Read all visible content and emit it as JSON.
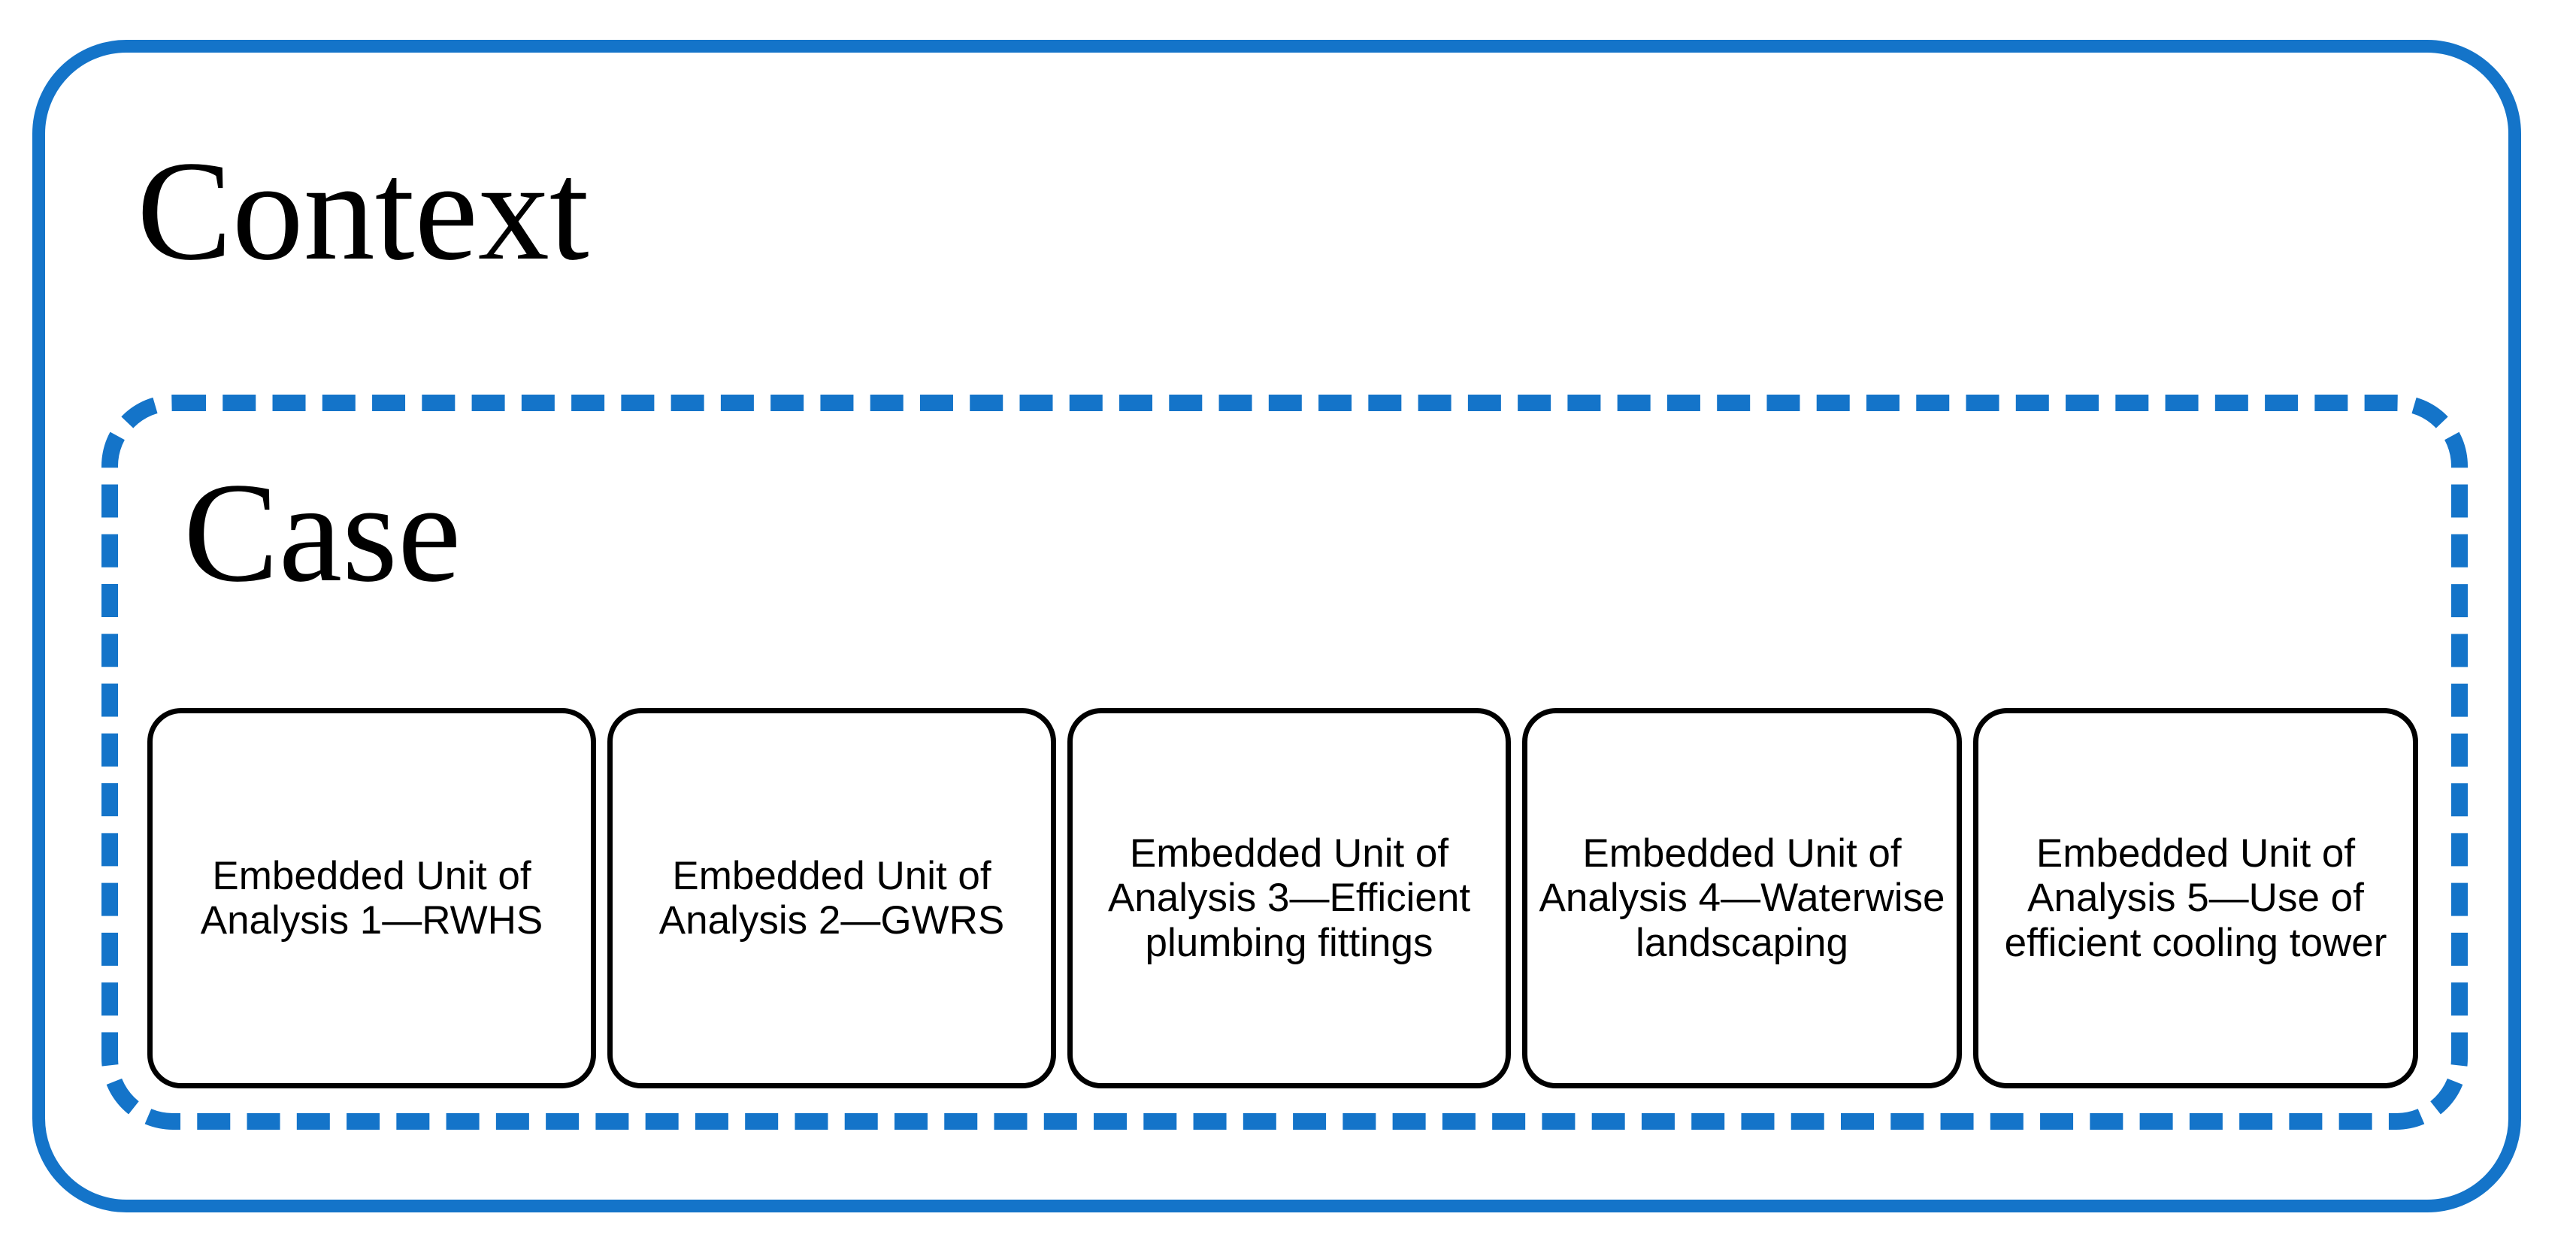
{
  "diagram": {
    "type": "nested-container-diagram",
    "accent_color": "#1474C9",
    "box_border_color": "#000000",
    "background_color": "#FFFFFF",
    "outer_container": {
      "label": "Context",
      "border_style": "solid",
      "border_color": "#1474C9"
    },
    "inner_container": {
      "label": "Case",
      "border_style": "dashed",
      "border_color": "#1474C9"
    },
    "embedded_units": [
      {
        "label": "Embedded Unit of Analysis 1—RWHS"
      },
      {
        "label": "Embedded Unit of Analysis 2—GWRS"
      },
      {
        "label": "Embedded Unit of Analysis 3—Efficient plumbing fittings"
      },
      {
        "label": "Embedded Unit of Analysis 4—Waterwise landscaping"
      },
      {
        "label": "Embedded Unit of Analysis 5—Use of efficient cooling tower"
      }
    ]
  }
}
